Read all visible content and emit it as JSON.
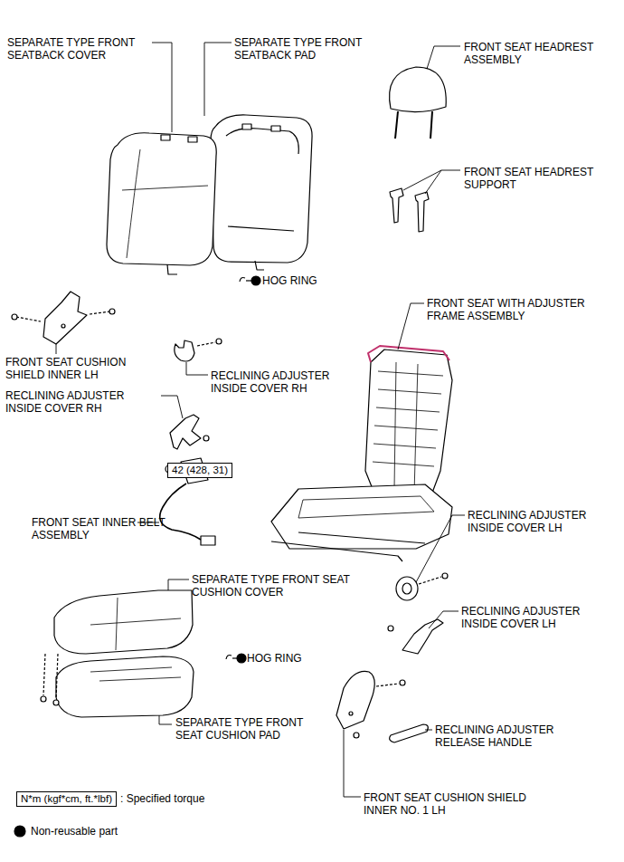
{
  "diagram": {
    "nodes": [
      {
        "text": [
          "42 (428, 31)"
        ]
      },
      {
        "text": [
          "N*m (kgf*cm, ft.*lbf)"
        ]
      }
    ],
    "labels": [
      "SEPARATE TYPE FRONT SEATBACK COVER",
      "SEPARATE TYPE FRONT SEATBACK PAD",
      "FRONT SEAT HEADREST ASSEMBLY",
      "FRONT SEAT HEADREST SUPPORT",
      "HOG RING",
      "FRONT SEAT WITH ADJUSTER FRAME ASSEMBLY",
      "FRONT SEAT CUSHION SHIELD INNER LH",
      "RECLINING ADJUSTER INSIDE COVER RH",
      "RECLINING ADJUSTER INSIDE COVER RH",
      "FRONT SEAT INNER BELT ASSEMBLY",
      "RECLINING ADJUSTER INSIDE COVER LH",
      "SEPARATE TYPE FRONT SEAT CUSHION COVER",
      "RECLINING ADJUSTER INSIDE COVER LH",
      "HOG RING",
      "SEPARATE TYPE FRONT SEAT CUSHION PAD",
      "RECLINING ADJUSTER RELEASE HANDLE",
      "FRONT SEAT CUSHION SHIELD INNER NO. 1 LH"
    ],
    "legend": [
      {
        "text": ": Specified torque"
      },
      {
        "text": "Non-reusable part"
      }
    ]
  }
}
